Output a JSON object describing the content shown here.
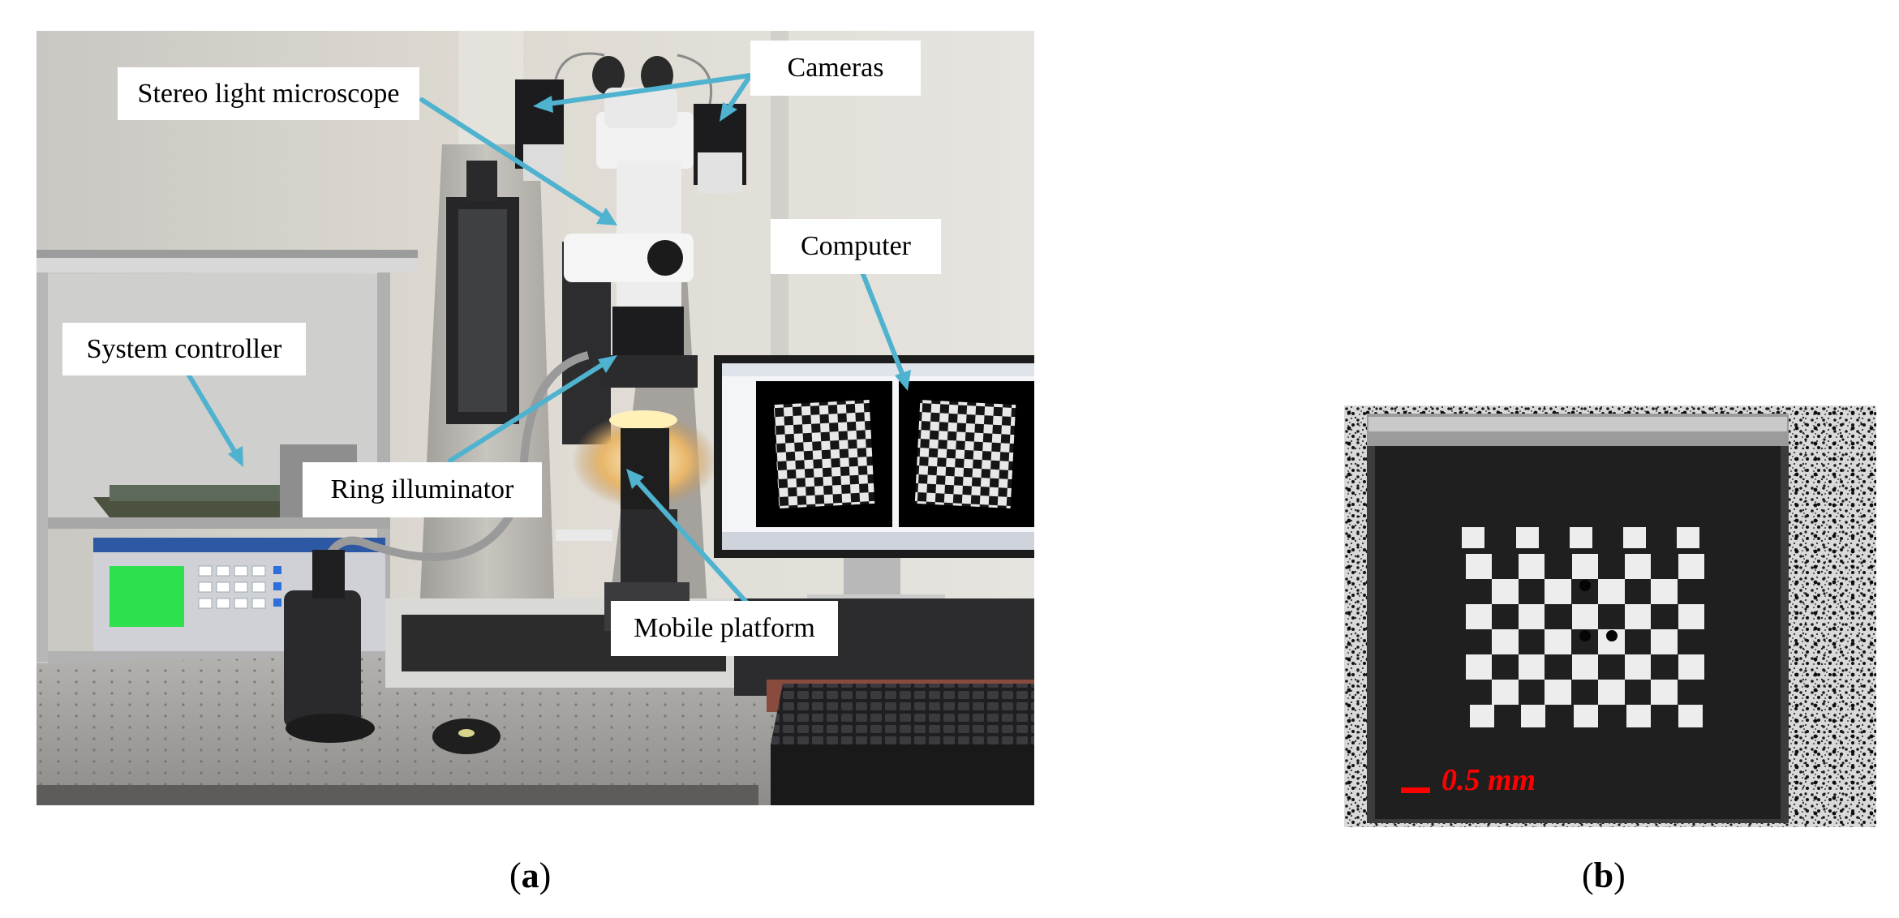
{
  "panel_a": {
    "callouts": {
      "stereo_microscope": "Stereo light microscope",
      "cameras": "Cameras",
      "computer": "Computer",
      "system_controller": "System controller",
      "ring_illuminator": "Ring illuminator",
      "mobile_platform": "Mobile platform"
    },
    "caption_letter": "a"
  },
  "panel_b": {
    "scale_bar_label": "0.5 mm",
    "caption_letter": "b"
  },
  "colors": {
    "arrow": "#4fb3cf",
    "scale_bar": "#ff0000",
    "label_bg": "#ffffff"
  }
}
